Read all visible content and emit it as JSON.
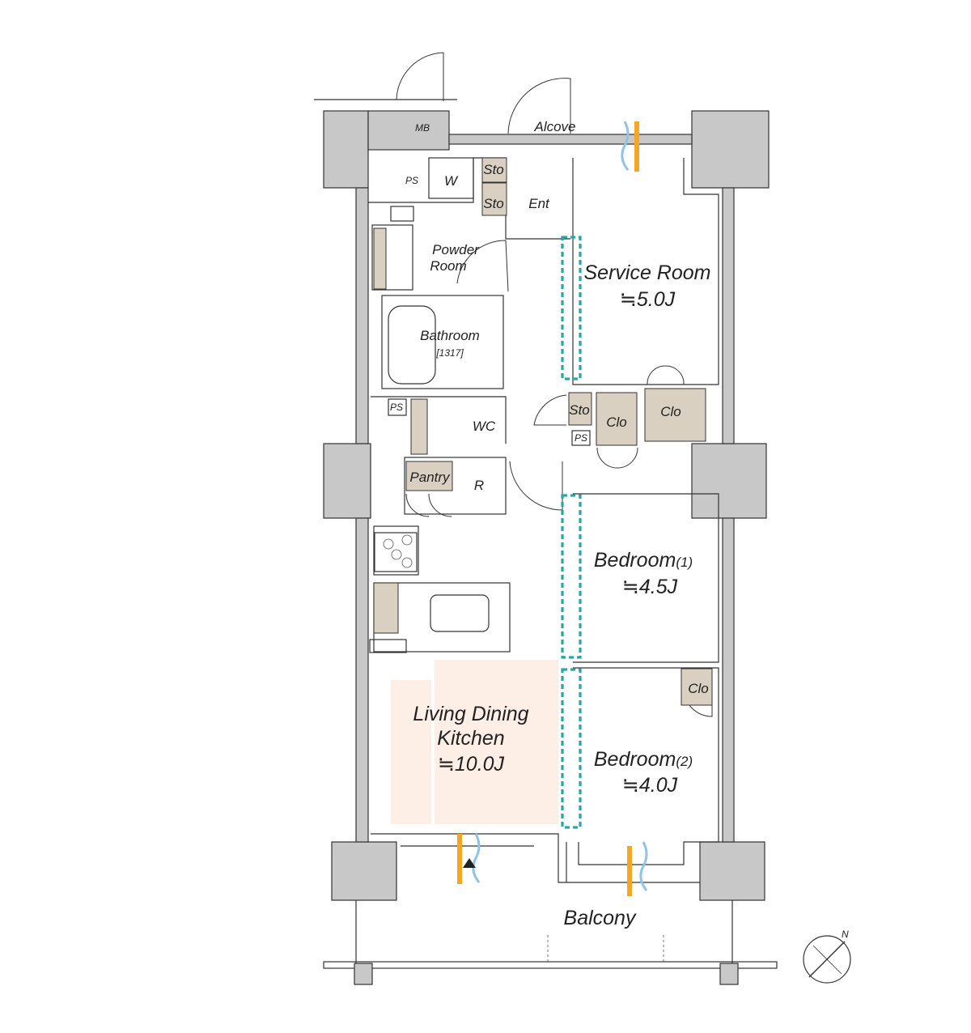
{
  "rooms": {
    "service_room": {
      "name": "Service Room",
      "area": "≒5.0J"
    },
    "bedroom1": {
      "name": "Bedroom",
      "suffix": "(1)",
      "area": "≒4.5J"
    },
    "bedroom2": {
      "name": "Bedroom",
      "suffix": "(2)",
      "area": "≒4.0J"
    },
    "ldk": {
      "line1": "Living Dining",
      "line2": "Kitchen",
      "area": "≒10.0J"
    },
    "bathroom": {
      "name": "Bathroom",
      "size": "[1317]"
    },
    "powder_room": {
      "line1": "Powder",
      "line2": "Room"
    },
    "wc": {
      "name": "WC"
    },
    "entrance": {
      "name": "Ent"
    },
    "alcove": {
      "name": "Alcove"
    },
    "balcony": {
      "name": "Balcony"
    }
  },
  "fixtures": {
    "mb": "MB",
    "ps_top": "PS",
    "ps_wc": "PS",
    "ps_hall": "PS",
    "washer": "W",
    "sto_1": "Sto",
    "sto_2": "Sto",
    "sto_hall": "Sto",
    "clo_1": "Clo",
    "clo_2": "Clo",
    "clo_3": "Clo",
    "pantry": "Pantry",
    "fridge": "R"
  },
  "compass": {
    "north": "N"
  },
  "colors": {
    "wall": "#c8c8c8",
    "storage": "#d9d0c1",
    "ldk_highlight": "#fdeee6",
    "movable_partition": "#2aa6a6",
    "airflow_warm": "#f5a623",
    "airflow_cool": "#8fc3e8"
  }
}
